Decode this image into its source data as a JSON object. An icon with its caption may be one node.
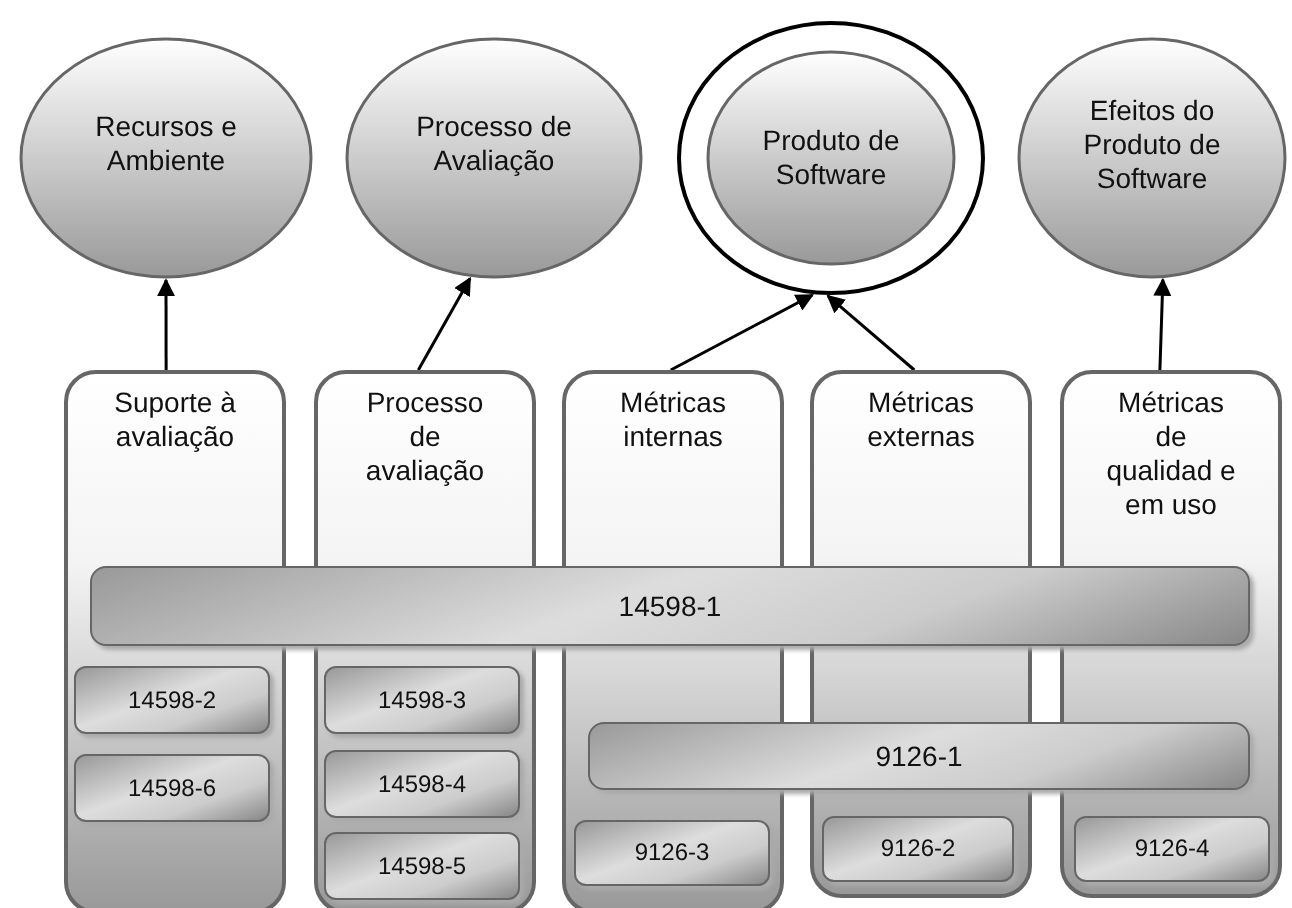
{
  "diagram": {
    "nodes": [
      {
        "text": [
          "Recursos e Ambiente"
        ]
      },
      {
        "text": [
          "Processo de Avaliação"
        ]
      },
      {
        "text": [
          "Produto de Software"
        ]
      },
      {
        "text": [
          "Efeitos do Produto de Software"
        ]
      },
      {
        "text": [
          "Suporte à avaliação"
        ]
      },
      {
        "text": [
          "14598-2"
        ],
        "in": 4
      },
      {
        "text": [
          "14598-6"
        ],
        "in": 4
      },
      {
        "text": [
          "Processo de avaliação"
        ]
      },
      {
        "text": [
          "14598-3"
        ],
        "in": 7
      },
      {
        "text": [
          "14598-4"
        ],
        "in": 7
      },
      {
        "text": [
          "14598-5"
        ],
        "in": 7
      },
      {
        "text": [
          "Métricas internas"
        ]
      },
      {
        "text": [
          "9126-3"
        ],
        "in": 11
      },
      {
        "text": [
          "Métricas externas"
        ]
      },
      {
        "text": [
          "9126-2"
        ],
        "in": 13
      },
      {
        "text": [
          "Métricas de qualidad e em uso"
        ]
      },
      {
        "text": [
          "9126-4"
        ],
        "in": 15
      },
      {
        "text": [
          "14598-1"
        ]
      },
      {
        "text": [
          "9126-1"
        ]
      }
    ],
    "edges": [
      {
        "from": 4,
        "to": 0,
        "arrow": "to"
      },
      {
        "from": 7,
        "to": 1,
        "arrow": "to"
      },
      {
        "from": 11,
        "to": 2,
        "arrow": "to"
      },
      {
        "from": 13,
        "to": 2,
        "arrow": "to"
      },
      {
        "from": 15,
        "to": 3,
        "arrow": "to"
      }
    ]
  }
}
